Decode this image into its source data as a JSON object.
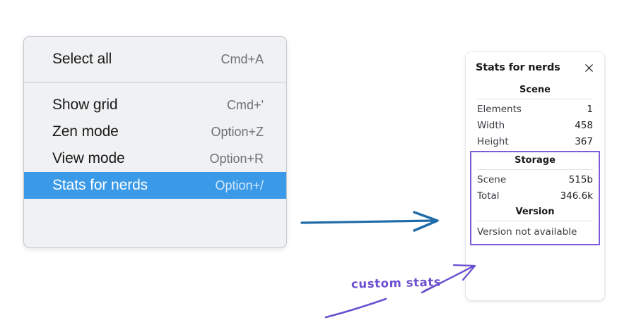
{
  "menu": {
    "groups": [
      {
        "items": [
          {
            "label": "Select all",
            "shortcut": "Cmd+A",
            "selected": false,
            "name": "menu-item-select-all"
          }
        ]
      },
      {
        "items": [
          {
            "label": "Show grid",
            "shortcut": "Cmd+'",
            "selected": false,
            "name": "menu-item-show-grid"
          },
          {
            "label": "Zen mode",
            "shortcut": "Option+Z",
            "selected": false,
            "name": "menu-item-zen-mode"
          },
          {
            "label": "View mode",
            "shortcut": "Option+R",
            "selected": false,
            "name": "menu-item-view-mode"
          },
          {
            "label": "Stats for nerds",
            "shortcut": "Option+/",
            "selected": true,
            "name": "menu-item-stats-for-nerds"
          }
        ]
      }
    ]
  },
  "stats_panel": {
    "title": "Stats for nerds",
    "close_icon": "close-icon",
    "scene": {
      "heading": "Scene",
      "rows": [
        {
          "label": "Elements",
          "value": "1"
        },
        {
          "label": "Width",
          "value": "458"
        },
        {
          "label": "Height",
          "value": "367"
        }
      ]
    },
    "storage": {
      "heading": "Storage",
      "rows": [
        {
          "label": "Scene",
          "value": "515b"
        },
        {
          "label": "Total",
          "value": "346.6k"
        }
      ]
    },
    "version": {
      "heading": "Version",
      "text": "Version not available"
    }
  },
  "annotations": {
    "custom_stats_label": "custom stats",
    "arrow_blue_color": "#1f6ba8",
    "arrow_purple_color": "#6a4fd0",
    "highlight_box_color": "#7b5cd6"
  },
  "theme": {
    "menu_background": "#f0f1f3",
    "menu_selected_background": "#3b9ae8",
    "panel_background": "#ffffff",
    "canvas_background": "#ffffff"
  }
}
